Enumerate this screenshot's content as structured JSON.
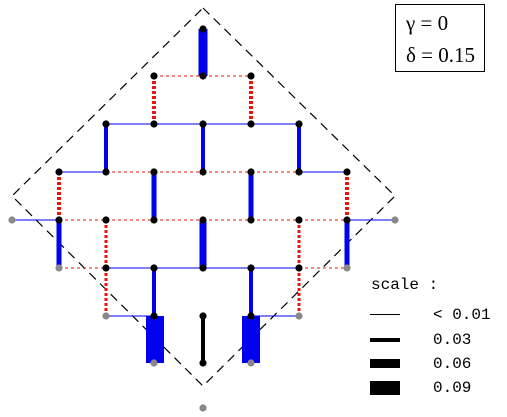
{
  "params": {
    "gamma_line": "γ = 0",
    "delta_line": "δ = 0.15"
  },
  "legend": {
    "title": "scale :",
    "items": [
      {
        "label": "< 0.01",
        "weight": 1
      },
      {
        "label": "0.03",
        "weight": 4
      },
      {
        "label": "0.06",
        "weight": 9
      },
      {
        "label": "0.09",
        "weight": 14
      }
    ]
  },
  "colors": {
    "positive_bond": "#0000ee",
    "negative_bond": "#ee1111",
    "zero_bond": "#000000",
    "site_active": "#000000",
    "site_edge": "#888888",
    "boundary": "#000000"
  }
}
